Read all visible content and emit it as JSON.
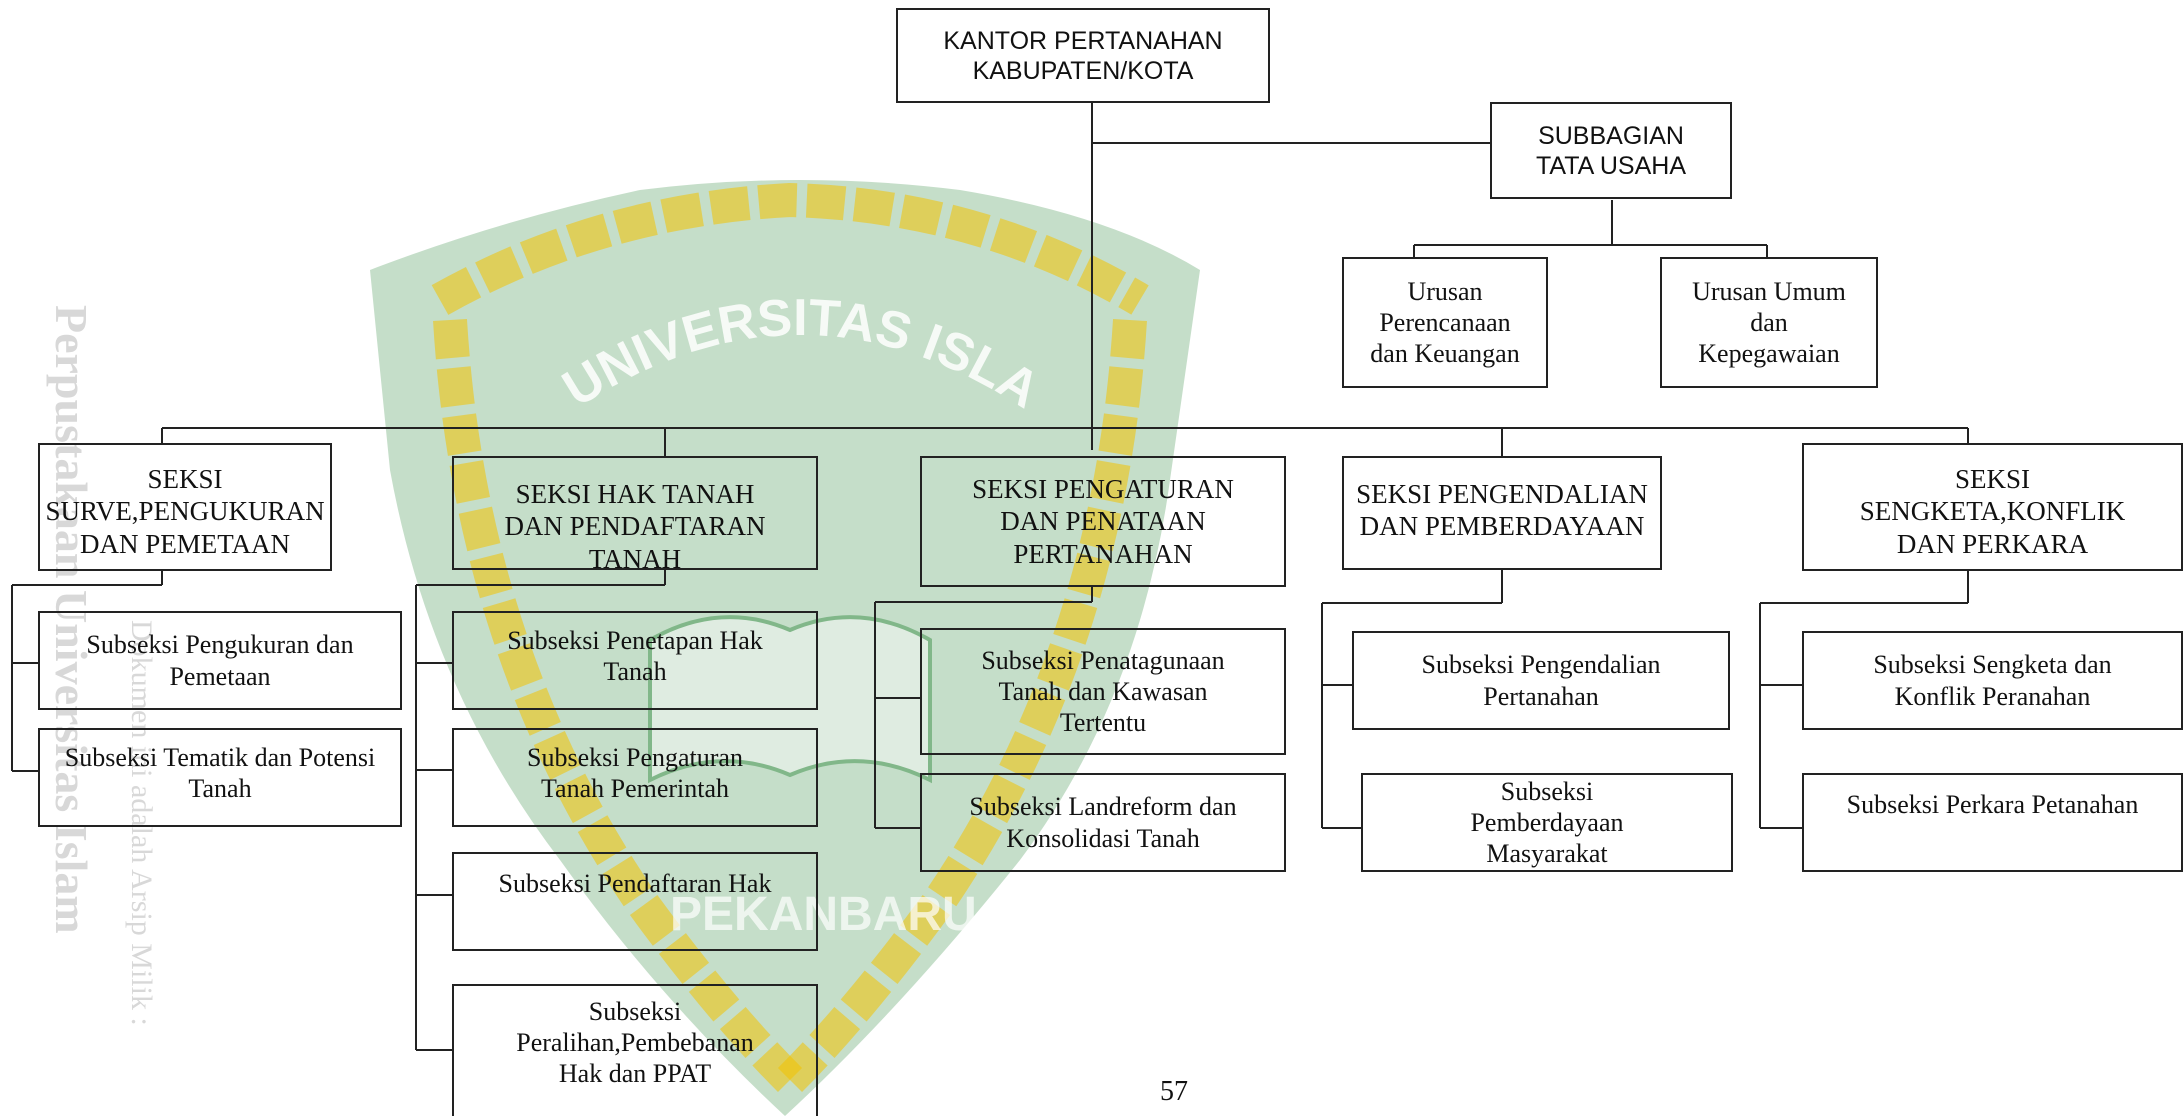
{
  "colors": {
    "line": "#222222",
    "watermark_green": "#2f8a3c",
    "watermark_gold": "#f2c200",
    "watermark_text": "#d8d8d8"
  },
  "watermark": {
    "arc_text": "UNIVERSITAS ISLAM RIAU",
    "bottom_text": "PEKANBARU",
    "side_text_1": "Perpustakaan Universitas Islam",
    "side_text_2": "Dokumen ini adalah Arsip Milik :"
  },
  "root": {
    "label": "KANTOR PERTANAHAN KABUPATEN/KOTA"
  },
  "admin": {
    "label": "SUBBAGIAN TATA USAHA",
    "units": [
      {
        "label": "Urusan Perencanaan dan Keuangan"
      },
      {
        "label": "Urusan Umum dan Kepegawaian"
      }
    ]
  },
  "sections": [
    {
      "label": "SEKSI SURVE,PENGUKURAN DAN PEMETAAN",
      "subs": [
        "Subseksi Pengukuran dan Pemetaan",
        "Subseksi Tematik dan Potensi Tanah"
      ]
    },
    {
      "label": "SEKSI HAK TANAH DAN PENDAFTARAN TANAH",
      "subs": [
        "Subseksi Penetapan Hak Tanah",
        "Subseksi Pengaturan Tanah Pemerintah",
        "Subseksi Pendaftaran Hak",
        "Subseksi Peralihan,Pembebanan Hak dan PPAT"
      ]
    },
    {
      "label": "SEKSI PENGATURAN DAN PENATAAN PERTANAHAN",
      "subs": [
        "Subseksi Penatagunaan Tanah dan Kawasan Tertentu",
        "Subseksi Landreform dan Konsolidasi Tanah"
      ]
    },
    {
      "label": "SEKSI PENGENDALIAN DAN PEMBERDAYAAN",
      "subs": [
        "Subseksi Pengendalian Pertanahan",
        "Subseksi Pemberdayaan Masyarakat"
      ]
    },
    {
      "label": "SEKSI SENGKETA,KONFLIK DAN PERKARA",
      "subs": [
        "Subseksi Sengketa dan Konflik Peranahan",
        "Subseksi Perkara Petanahan"
      ]
    }
  ],
  "page_number": "57"
}
